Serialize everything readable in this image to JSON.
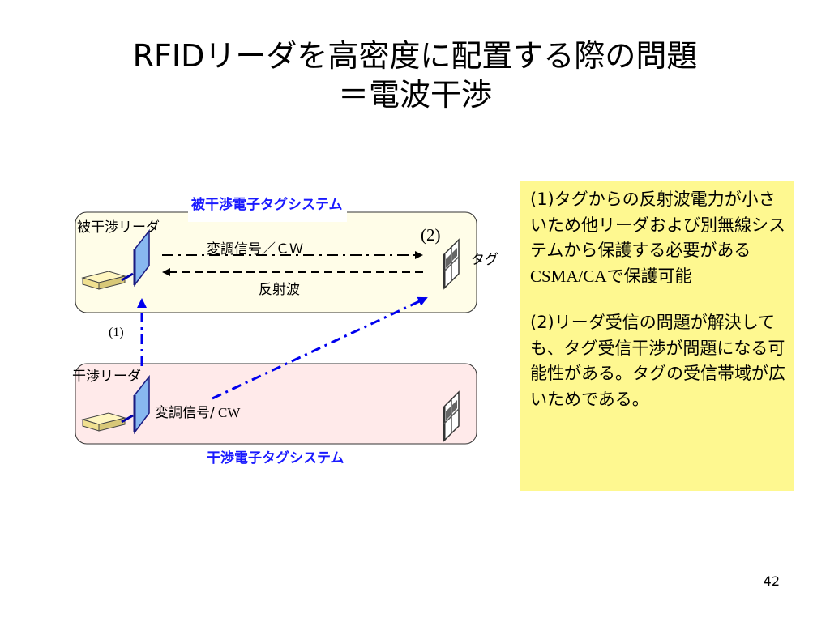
{
  "slide": {
    "title_line1": "RFIDリーダを高密度に配置する際の問題",
    "title_line2": "＝電波干渉",
    "page_number": "42"
  },
  "diagram": {
    "victim_system_label": "被干渉電子タグシステム",
    "victim_reader_label": "被干渉リーダ",
    "interfering_system_label": "干渉電子タグシステム",
    "interfering_reader_label": "干渉リーダ",
    "forward_signal_label": "変調信号／ＣＷ",
    "reflected_label": "反射波",
    "tag_label": "タグ",
    "marker_2": "(2)",
    "marker_1": "(1)",
    "interfering_signal_label_jp": "変調信号/",
    "interfering_signal_label_cw": " CW",
    "colors": {
      "victim_bg": "#fffde8",
      "interfering_bg": "#ffeaea",
      "blue_label": "#1a1aff",
      "arrow_blue": "#0000ee",
      "antenna": "#88b8f0"
    }
  },
  "notes": {
    "note1": {
      "prefix": "(1)",
      "text_a": "タグからの反射波電力が小さいため他リーダおよび別無線システムから保護する必要がある",
      "text_csma": "CSMA/CA",
      "text_b": "で保護可能"
    },
    "note2": {
      "prefix": "(2)",
      "text": "リーダ受信の問題が解決しても、タグ受信干渉が問題になる可能性がある。タグの受信帯域が広いためである。"
    }
  }
}
